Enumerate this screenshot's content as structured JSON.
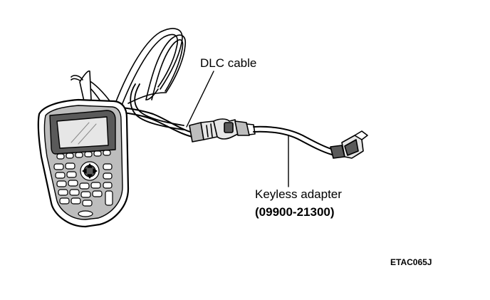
{
  "labels": {
    "dlc_cable": "DLC cable",
    "keyless_adapter": "Keyless adapter",
    "part_number": "(09900-21300)",
    "figure_code": "ETAC065J"
  },
  "colors": {
    "line": "#000000",
    "fill_light": "#e6e6e6",
    "fill_mid": "#bdbdbd",
    "fill_dark": "#5a5a5a",
    "background": "#ffffff"
  }
}
